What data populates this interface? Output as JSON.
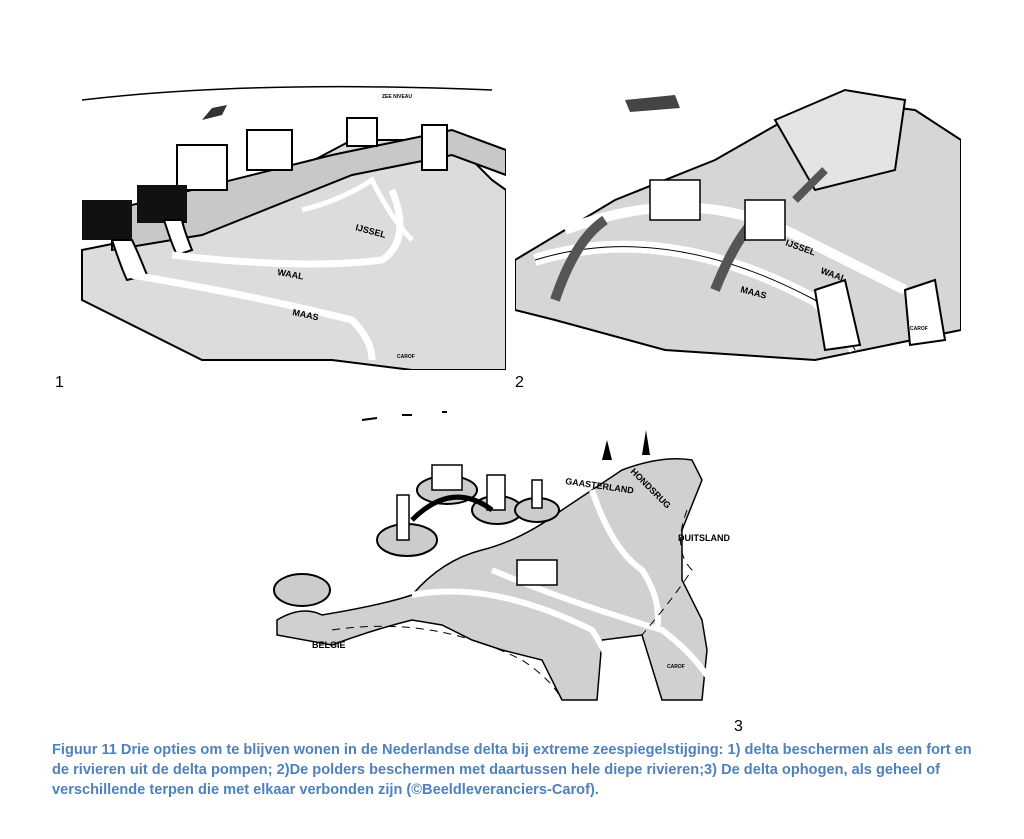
{
  "figures": [
    {
      "number": "1",
      "labels": {
        "ijssel": "IJSSEL",
        "waal": "WAAL",
        "maas": "MAAS",
        "sea_level": "ZEE NIVEAU",
        "signature": "CAROF"
      }
    },
    {
      "number": "2",
      "labels": {
        "ijssel": "IJSSEL",
        "waal": "WAAL",
        "maas": "MAAS",
        "signature": "CAROF"
      }
    },
    {
      "number": "3",
      "labels": {
        "belgium": "BELGIE",
        "germany": "DUITSLAND",
        "gaasterland": "GAASTERLAND",
        "hondsrug": "HONDSRUG",
        "signature": "CAROF"
      }
    }
  ],
  "caption": "Figuur 11 Drie opties om te blijven wonen in de Nederlandse delta bij extreme zeespiegelstijging: 1) delta beschermen als een fort en de rivieren uit de delta pompen; 2)De polders beschermen met daartussen hele diepe rivieren;3) De delta ophogen, als geheel of verschillende terpen die met elkaar verbonden zijn (©Beeldleveranciers-Carof)."
}
